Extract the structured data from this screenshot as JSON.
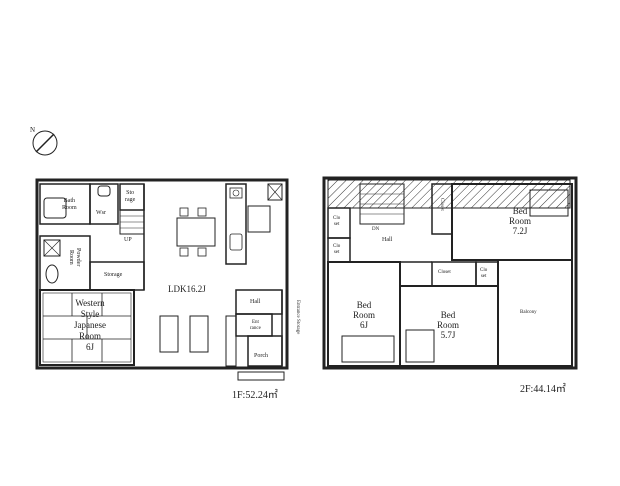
{
  "plan": {
    "floor1": {
      "area_label": "1F:52.24㎡",
      "rooms": {
        "bath": "Bath\nRoom",
        "wash": "Wsr",
        "storage_small": "Sto\nrage",
        "up": "UP",
        "powder": "Powder\nRoom",
        "storage": "Storage",
        "ldk": "LDK16.2J",
        "hall": "Hall",
        "entrance": "Ent\nrance",
        "porch": "Porch",
        "japanese": "Western\nStyle\nJapanese\nRoom\n6J",
        "entrance_storage": "Entrance Storage"
      }
    },
    "floor2": {
      "area_label": "2F:44.14㎡",
      "rooms": {
        "closet_a": "Clo\nset",
        "closet_b": "Clo\nset",
        "dn": "DN",
        "hall": "Hall",
        "closet_top": "Closet",
        "bed1": "Bed\nRoom\n7.2J",
        "closet_mid": "Closet",
        "closet_small": "Clo\nset",
        "bed2": "Bed\nRoom\n6J",
        "bed3": "Bed\nRoom\n5.7J",
        "balcony": "Balcony"
      }
    },
    "colors": {
      "wall": "#222222",
      "hatch": "#333333"
    }
  }
}
